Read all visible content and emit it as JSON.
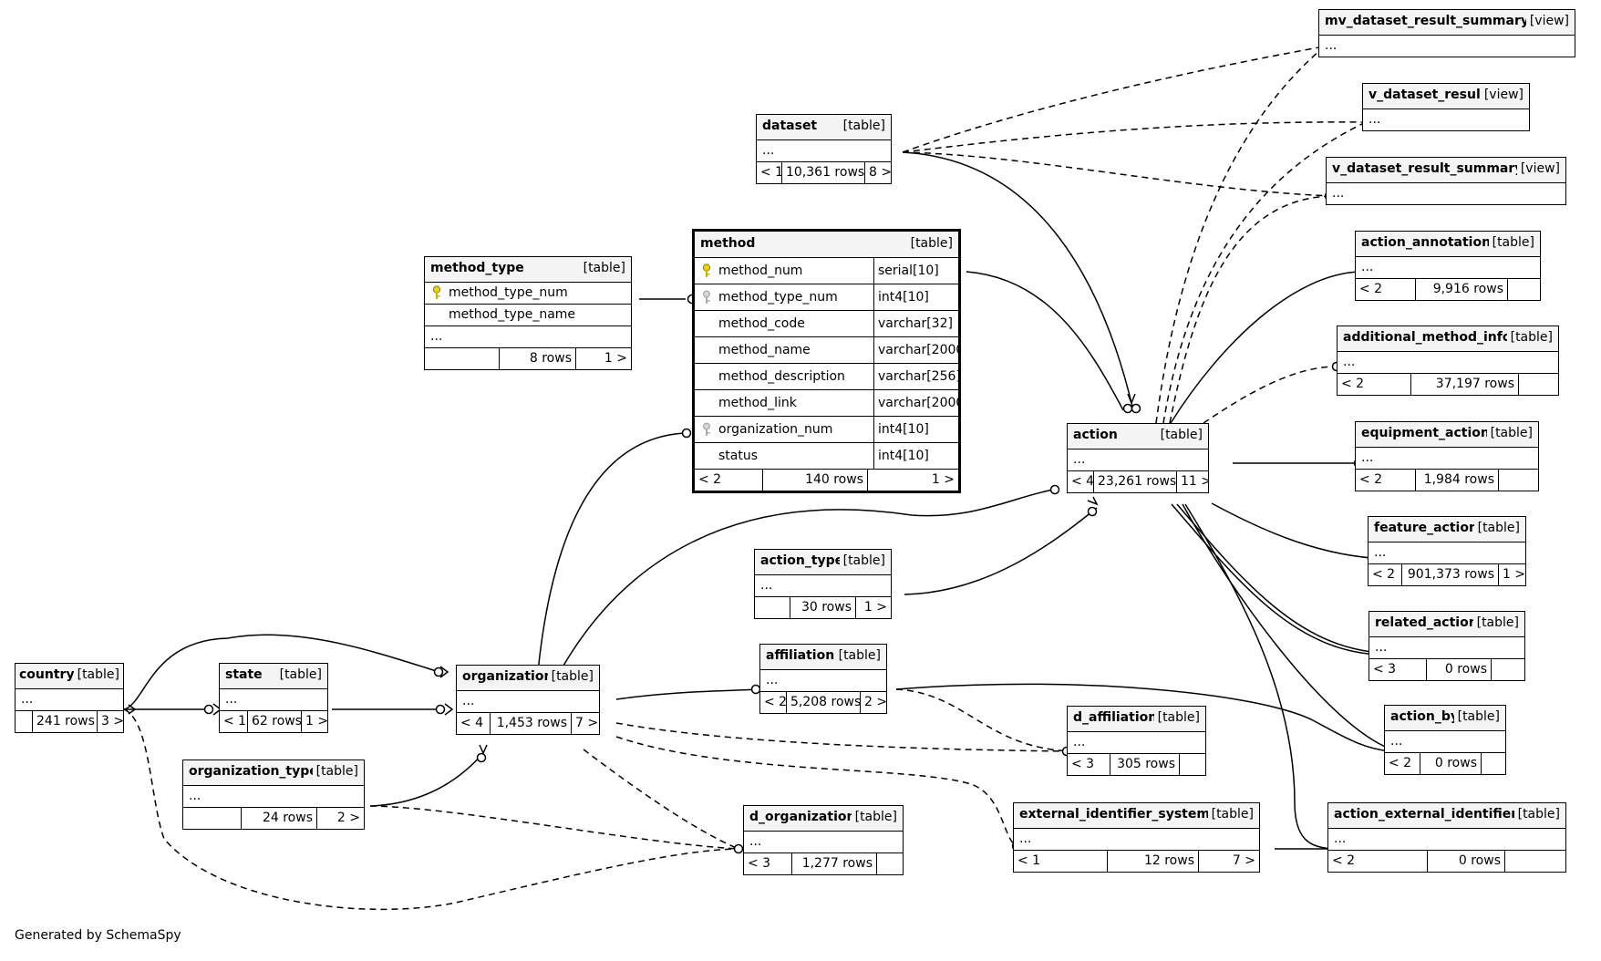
{
  "footer_text": "Generated by SchemaSpy",
  "tables": {
    "mv_dataset_result_summary": {
      "name": "mv_dataset_result_summary",
      "type": "[view]",
      "ellipsis": "..."
    },
    "v_dataset_result": {
      "name": "v_dataset_result",
      "type": "[view]",
      "ellipsis": "..."
    },
    "v_dataset_result_summary": {
      "name": "v_dataset_result_summary",
      "type": "[view]",
      "ellipsis": "..."
    },
    "dataset": {
      "name": "dataset",
      "type": "[table]",
      "ellipsis": "...",
      "parents": "< 1",
      "rows": "10,361 rows",
      "children": "8 >"
    },
    "method_type": {
      "name": "method_type",
      "type": "[table]",
      "columns": [
        {
          "name": "method_type_num",
          "key": "primary"
        },
        {
          "name": "method_type_name",
          "key": ""
        }
      ],
      "ellipsis": "...",
      "parents": "",
      "rows": "8 rows",
      "children": "1 >"
    },
    "method": {
      "name": "method",
      "type": "[table]",
      "columns": [
        {
          "name": "method_num",
          "type": "serial[10]",
          "key": "primary"
        },
        {
          "name": "method_type_num",
          "type": "int4[10]",
          "key": "foreign"
        },
        {
          "name": "method_code",
          "type": "varchar[32]",
          "key": ""
        },
        {
          "name": "method_name",
          "type": "varchar[2000]",
          "key": ""
        },
        {
          "name": "method_description",
          "type": "varchar[256]",
          "key": ""
        },
        {
          "name": "method_link",
          "type": "varchar[2000]",
          "key": ""
        },
        {
          "name": "organization_num",
          "type": "int4[10]",
          "key": "foreign"
        },
        {
          "name": "status",
          "type": "int4[10]",
          "key": ""
        }
      ],
      "parents": "< 2",
      "rows": "140 rows",
      "children": "1 >"
    },
    "action_annotation": {
      "name": "action_annotation",
      "type": "[table]",
      "ellipsis": "...",
      "parents": "< 2",
      "rows": "9,916 rows",
      "children": ""
    },
    "additional_method_info": {
      "name": "additional_method_info",
      "type": "[table]",
      "ellipsis": "...",
      "parents": "< 2",
      "rows": "37,197 rows",
      "children": ""
    },
    "action": {
      "name": "action",
      "type": "[table]",
      "ellipsis": "...",
      "parents": "< 4",
      "rows": "23,261 rows",
      "children": "11 >"
    },
    "equipment_action": {
      "name": "equipment_action",
      "type": "[table]",
      "ellipsis": "...",
      "parents": "< 2",
      "rows": "1,984 rows",
      "children": ""
    },
    "feature_action": {
      "name": "feature_action",
      "type": "[table]",
      "ellipsis": "...",
      "parents": "< 2",
      "rows": "901,373 rows",
      "children": "1 >"
    },
    "action_type": {
      "name": "action_type",
      "type": "[table]",
      "ellipsis": "...",
      "parents": "",
      "rows": "30 rows",
      "children": "1 >"
    },
    "related_action": {
      "name": "related_action",
      "type": "[table]",
      "ellipsis": "...",
      "parents": "< 3",
      "rows": "0 rows",
      "children": ""
    },
    "affiliation": {
      "name": "affiliation",
      "type": "[table]",
      "ellipsis": "...",
      "parents": "< 2",
      "rows": "5,208 rows",
      "children": "2 >"
    },
    "country": {
      "name": "country",
      "type": "[table]",
      "ellipsis": "...",
      "parents": "",
      "rows": "241 rows",
      "children": "3 >"
    },
    "state": {
      "name": "state",
      "type": "[table]",
      "ellipsis": "...",
      "parents": "< 1",
      "rows": "62 rows",
      "children": "1 >"
    },
    "organization": {
      "name": "organization",
      "type": "[table]",
      "ellipsis": "...",
      "parents": "< 4",
      "rows": "1,453 rows",
      "children": "7 >"
    },
    "action_by": {
      "name": "action_by",
      "type": "[table]",
      "ellipsis": "...",
      "parents": "< 2",
      "rows": "0 rows",
      "children": ""
    },
    "d_affiliation": {
      "name": "d_affiliation",
      "type": "[table]",
      "ellipsis": "...",
      "parents": "< 3",
      "rows": "305 rows",
      "children": ""
    },
    "organization_type": {
      "name": "organization_type",
      "type": "[table]",
      "ellipsis": "...",
      "parents": "",
      "rows": "24 rows",
      "children": "2 >"
    },
    "external_identifier_system": {
      "name": "external_identifier_system",
      "type": "[table]",
      "ellipsis": "...",
      "parents": "< 1",
      "rows": "12 rows",
      "children": "7 >"
    },
    "action_external_identifier": {
      "name": "action_external_identifier",
      "type": "[table]",
      "ellipsis": "...",
      "parents": "< 2",
      "rows": "0 rows",
      "children": ""
    },
    "d_organization": {
      "name": "d_organization",
      "type": "[table]",
      "ellipsis": "...",
      "parents": "< 3",
      "rows": "1,277 rows",
      "children": ""
    }
  }
}
